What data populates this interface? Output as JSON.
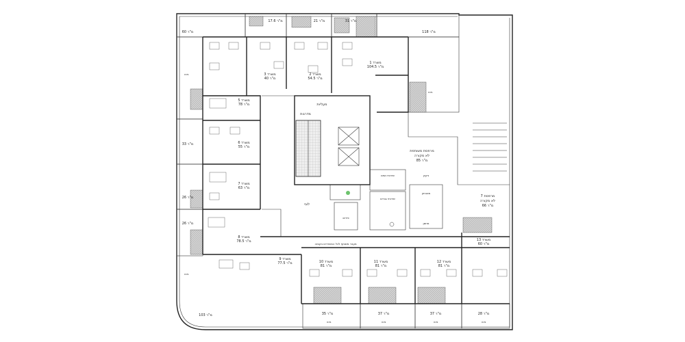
{
  "rooms": [
    {
      "id": "office-1",
      "lines": [
        "משרד 1",
        "מ\"ר 104.5"
      ]
    },
    {
      "id": "office-2",
      "lines": [
        "משרד 2",
        "מ\"ר 54.5"
      ]
    },
    {
      "id": "office-3",
      "lines": [
        "משרד 3",
        "מ\"ר 40"
      ]
    },
    {
      "id": "office-5a",
      "lines": [
        "משרד 5",
        "מ\"ר 78"
      ]
    },
    {
      "id": "office-6",
      "lines": [
        "משרד 6",
        "מ\"ר 55"
      ]
    },
    {
      "id": "office-7",
      "lines": [
        "משרד 7",
        "מ\"ר 63"
      ]
    },
    {
      "id": "office-8",
      "lines": [
        "משרד 8",
        "מ\"ר 78.5"
      ]
    },
    {
      "id": "office-9",
      "lines": [
        "משרד 9",
        "מ\"ר 77.5"
      ]
    },
    {
      "id": "office-10",
      "lines": [
        "משרד 10",
        "מ\"ר 81"
      ]
    },
    {
      "id": "office-11",
      "lines": [
        "משרד 11",
        "מ\"ר 81"
      ]
    },
    {
      "id": "office-12",
      "lines": [
        "משרד 12",
        "מ\"ר 81"
      ]
    },
    {
      "id": "office-13",
      "lines": [
        "משרד 13",
        "מ\"ר 60"
      ]
    }
  ],
  "terraces": [
    {
      "id": "t-60",
      "text": "מ\"ר 60"
    },
    {
      "id": "t-17-6",
      "text": "מ\"ר 17.6"
    },
    {
      "id": "t-21",
      "text": "מ\"ר 21"
    },
    {
      "id": "t-31",
      "text": "מ\"ר 31"
    },
    {
      "id": "t-118",
      "text": "מ\"ר 118"
    },
    {
      "id": "t-33",
      "text": "מ\"ר 33"
    },
    {
      "id": "t-26a",
      "text": "מ\"ר 26"
    },
    {
      "id": "t-26b",
      "text": "מ\"ר 26"
    },
    {
      "id": "t-103",
      "text": "מ\"ר 103"
    },
    {
      "id": "t-35",
      "text": "מ\"ר 35"
    },
    {
      "id": "t-37a",
      "text": "מ\"ר 37"
    },
    {
      "id": "t-37b",
      "text": "מ\"ר 37"
    },
    {
      "id": "t-28",
      "text": "מ\"ר 28"
    }
  ],
  "terrace_word": "גינה",
  "core": {
    "elevators": "מעליות",
    "stairs": "מדרגות",
    "lobby": "לובי",
    "shafts": "פירים"
  },
  "open_terraces": [
    {
      "id": "open-terrace-a",
      "lines": [
        "מרפסת משותפת",
        "לא מקורה",
        "מ\"ר 85"
      ]
    },
    {
      "id": "open-terrace-b",
      "lines": [
        "מרפסת 7",
        "לא מקורה",
        "מ\"ר 66"
      ]
    }
  ],
  "service": {
    "wc_women": "שירותי נשים",
    "wc_men": "שירותי גברים",
    "kitchen": "מטבחון",
    "storage": "מחסן",
    "cleaning": "ניקיון",
    "corridor_note": "מעבר משותף לכל המשרדים בקומה"
  }
}
